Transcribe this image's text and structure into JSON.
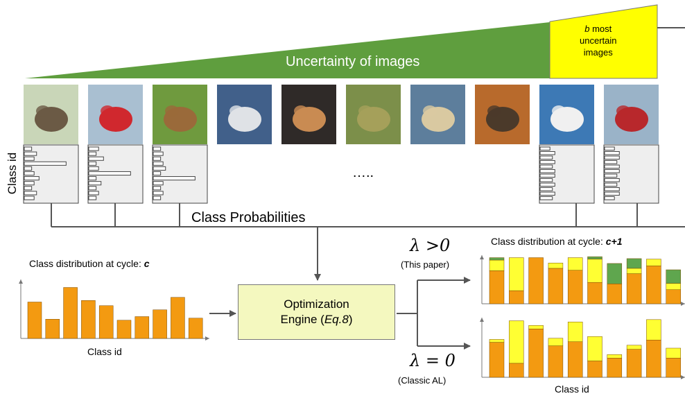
{
  "top": {
    "wedge_label": "Uncertainty of images",
    "b_box": {
      "prefix": "b",
      "line1": " most",
      "line2": "uncertain",
      "line3": "images"
    },
    "wedge_color": "#5f9e3e",
    "highlight_color": "#ffff00"
  },
  "images": [
    {
      "icon": "bird-image-icon",
      "bg": "#c9d6b8",
      "fg": "#6b5a45"
    },
    {
      "icon": "car-image-icon",
      "bg": "#a9bfd1",
      "fg": "#d0282e"
    },
    {
      "icon": "horse-image-icon",
      "bg": "#6f9a3e",
      "fg": "#9a6a3a"
    },
    {
      "icon": "airplane-image-icon",
      "bg": "#41608a",
      "fg": "#dfe2e6"
    },
    {
      "icon": "dog-image-icon",
      "bg": "#2f2a28",
      "fg": "#c98b52"
    },
    {
      "icon": "frog-image-icon",
      "bg": "#7c8f4a",
      "fg": "#a5a05a"
    },
    {
      "icon": "ship-image-icon",
      "bg": "#5d7e9c",
      "fg": "#d9c9a1"
    },
    {
      "icon": "cat-image-icon",
      "bg": "#b86a2c",
      "fg": "#4b3a2a"
    },
    {
      "icon": "ship-image-icon",
      "bg": "#3d79b5",
      "fg": "#f0f0f0"
    },
    {
      "icon": "truck-image-icon",
      "bg": "#9ab3c8",
      "fg": "#b8282c"
    }
  ],
  "probabilities": {
    "ellipsis": "…..",
    "class_probabilities_label": "Class Probabilities",
    "class_id_axis_label": "Class id",
    "hist_values": [
      [
        0.15,
        0.25,
        0.2,
        0.85,
        0.15,
        0.2,
        0.3,
        0.2,
        0.15,
        0.25,
        0.2
      ],
      [
        0.2,
        0.15,
        0.3,
        0.15,
        0.2,
        0.85,
        0.15,
        0.25,
        0.15,
        0.2,
        0.15
      ],
      [
        0.15,
        0.2,
        0.15,
        0.2,
        0.25,
        0.15,
        0.85,
        0.2,
        0.15,
        0.2,
        0.15
      ],
      [
        0.2,
        0.3,
        0.25,
        0.3,
        0.25,
        0.3,
        0.3,
        0.25,
        0.3,
        0.25,
        0.3,
        0.25
      ],
      [
        0.2,
        0.3,
        0.3,
        0.25,
        0.3,
        0.3,
        0.25,
        0.3,
        0.25,
        0.3,
        0.3,
        0.2
      ]
    ]
  },
  "chart_data": [
    {
      "type": "bar",
      "title_prefix": "Class distribution at cycle: ",
      "title_var": "c",
      "xlabel": "Class id",
      "values": [
        0.7,
        0.37,
        0.98,
        0.73,
        0.63,
        0.35,
        0.42,
        0.55,
        0.79,
        0.39
      ],
      "bar_color": "#f39a11"
    },
    {
      "type": "bar",
      "title_prefix": "Class distribution at cycle: ",
      "title_var": "c+1",
      "stacked": true,
      "series_colors": [
        "#f39a11",
        "#ffff33",
        "#5fa64e"
      ],
      "orange": [
        0.68,
        0.27,
        0.95,
        0.73,
        0.69,
        0.44,
        0.41,
        0.62,
        0.78,
        0.29
      ],
      "yellow": [
        0.22,
        0.68,
        0,
        0.11,
        0.26,
        0.48,
        0,
        0.11,
        0.14,
        0.13
      ],
      "green": [
        0.05,
        0,
        0,
        0,
        0,
        0.05,
        0.42,
        0.2,
        0,
        0.28
      ]
    },
    {
      "type": "bar",
      "xlabel": "Class id",
      "stacked": true,
      "series_colors": [
        "#f39a11",
        "#ffff33"
      ],
      "orange": [
        0.6,
        0.24,
        0.83,
        0.54,
        0.61,
        0.28,
        0.33,
        0.48,
        0.64,
        0.33
      ],
      "yellow": [
        0.05,
        0.73,
        0.06,
        0.13,
        0.34,
        0.42,
        0.06,
        0.07,
        0.35,
        0.17
      ]
    }
  ],
  "engine": {
    "line1": "Optimization",
    "line2_prefix": "Engine (",
    "line2_eq": "Eq.8",
    "line2_suffix": ")"
  },
  "branches": {
    "upper_symbol": "λ >0",
    "upper_note": "(This paper)",
    "lower_symbol": "λ =  0",
    "lower_note": "(Classic AL)"
  }
}
